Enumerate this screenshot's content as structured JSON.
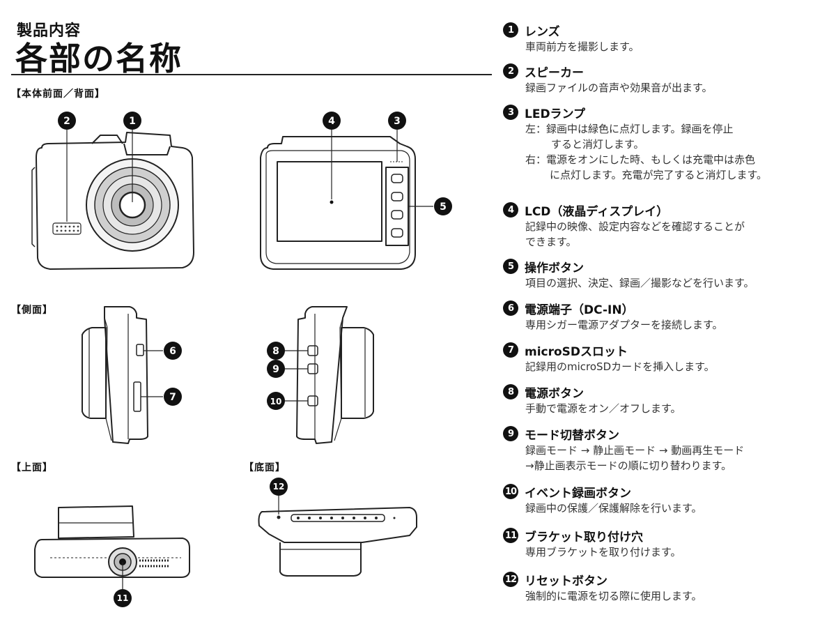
{
  "header": {
    "subtitle": "製品内容",
    "title": "各部の名称"
  },
  "sections": {
    "front_back": "【本体前面／背面】",
    "side": "【側面】",
    "top": "【上面】",
    "bottom": "【底面】"
  },
  "items": [
    {
      "num": "1",
      "title": "レンズ",
      "desc": [
        "車両前方を撮影します。"
      ]
    },
    {
      "num": "2",
      "title": "スピーカー",
      "desc": [
        "録画ファイルの音声や効果音が出ます。"
      ]
    },
    {
      "num": "3",
      "title": "LEDランプ",
      "desc": [
        "左：録画中は緑色に点灯します。録画を停止",
        "すると消灯します。",
        "右：電源をオンにした時、もしくは充電中は赤色",
        "に点灯します。充電が完了すると消灯します。"
      ]
    },
    {
      "num": "4",
      "title": "LCD（液晶ディスプレイ）",
      "desc": [
        "記録中の映像、設定内容などを確認することが",
        "できます。"
      ]
    },
    {
      "num": "5",
      "title": "操作ボタン",
      "desc": [
        "項目の選択、決定、録画／撮影などを行います。"
      ]
    },
    {
      "num": "6",
      "title": "電源端子（DC-IN）",
      "desc": [
        "専用シガー電源アダプターを接続します。"
      ]
    },
    {
      "num": "7",
      "title": "microSDスロット",
      "desc": [
        "記録用のmicroSDカードを挿入します。"
      ]
    },
    {
      "num": "8",
      "title": "電源ボタン",
      "desc": [
        "手動で電源をオン／オフします。"
      ]
    },
    {
      "num": "9",
      "title": "モード切替ボタン",
      "desc": [
        "録画モード → 静止画モード → 動画再生モード",
        "→静止画表示モードの順に切り替わります。"
      ]
    },
    {
      "num": "10",
      "title": "イベント録画ボタン",
      "desc": [
        "録画中の保護／保護解除を行います。"
      ]
    },
    {
      "num": "11",
      "title": "ブラケット取り付け穴",
      "desc": [
        "専用ブラケットを取り付けます。"
      ]
    },
    {
      "num": "12",
      "title": "リセットボタン",
      "desc": [
        "強制的に電源を切る際に使用します。"
      ]
    }
  ]
}
